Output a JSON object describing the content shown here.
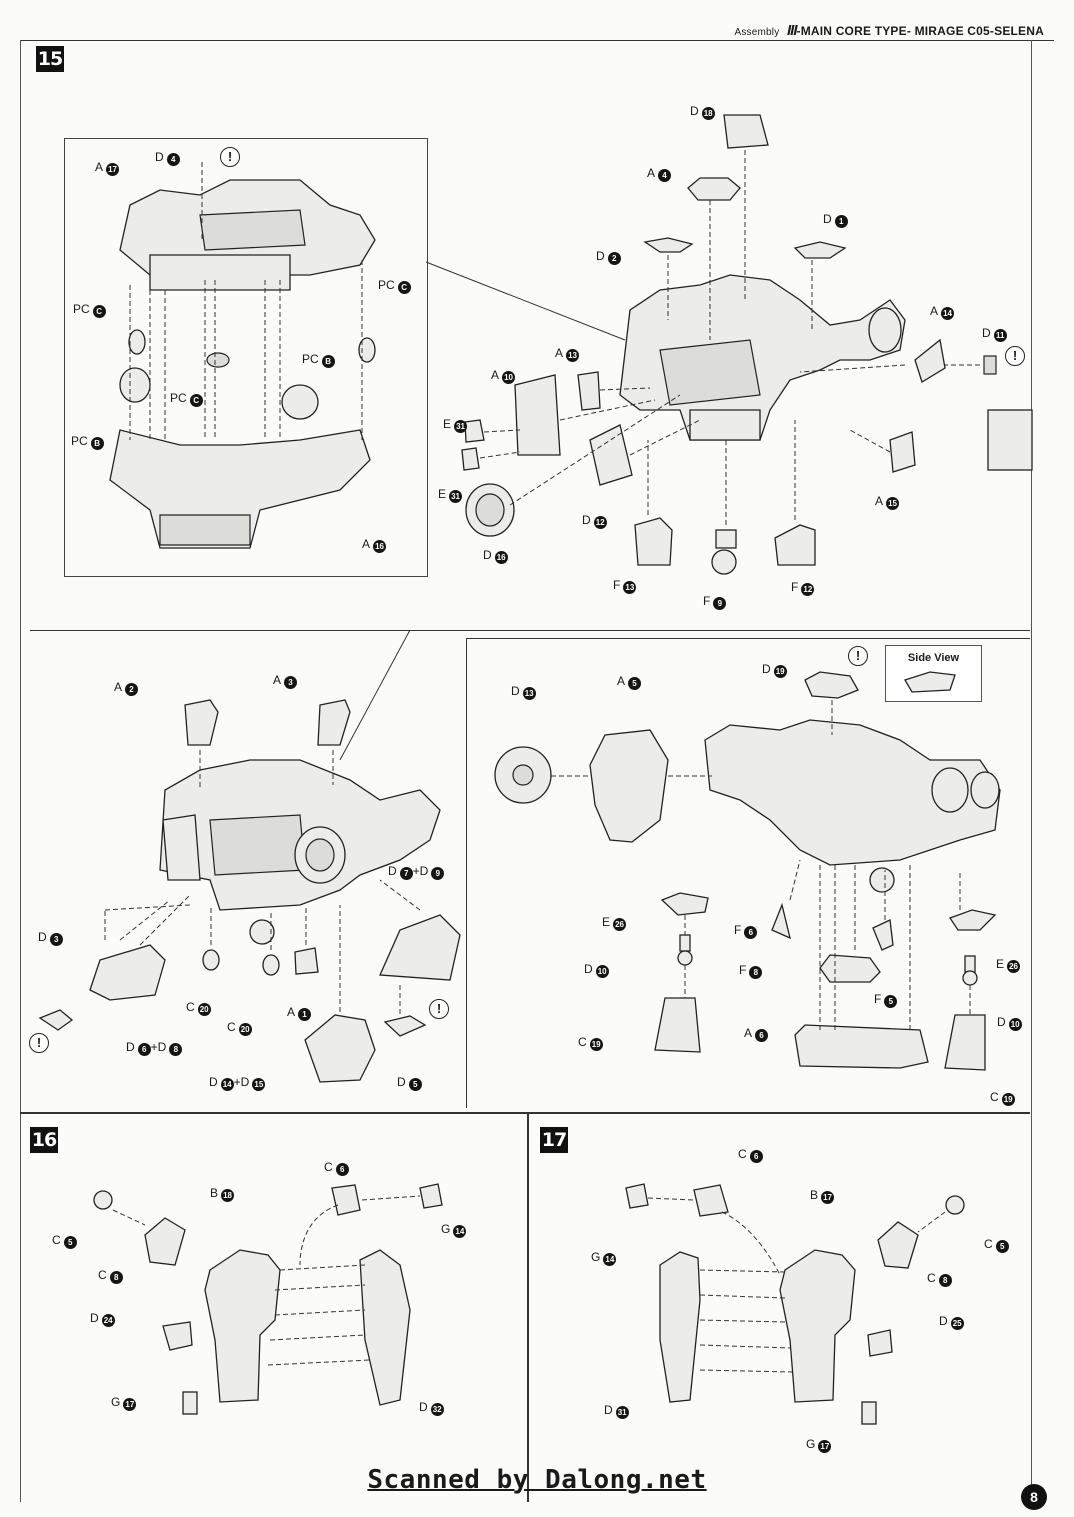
{
  "header": {
    "section": "Assembly",
    "roman": "III",
    "title": "-MAIN CORE TYPE- MIRAGE C05-SELENA"
  },
  "steps": {
    "s15": "15",
    "s16": "16",
    "s17": "17"
  },
  "side_view": "Side View",
  "warning_glyph": "!",
  "footer": {
    "credit": "Scanned by Dalong.net",
    "page": "8"
  },
  "labels": {
    "s15_inset": [
      {
        "text": "A",
        "n": "17"
      },
      {
        "text": "D",
        "n": "4"
      },
      {
        "text": "PC",
        "n": "C"
      },
      {
        "text": "PC",
        "n": "C"
      },
      {
        "text": "PC",
        "n": "B"
      },
      {
        "text": "PC",
        "n": "C"
      },
      {
        "text": "PC",
        "n": "B"
      },
      {
        "text": "A",
        "n": "16"
      }
    ],
    "s15_main": [
      {
        "text": "D",
        "n": "18"
      },
      {
        "text": "A",
        "n": "4"
      },
      {
        "text": "D",
        "n": "1"
      },
      {
        "text": "D",
        "n": "2"
      },
      {
        "text": "A",
        "n": "14"
      },
      {
        "text": "D",
        "n": "11"
      },
      {
        "text": "A",
        "n": "13"
      },
      {
        "text": "A",
        "n": "10"
      },
      {
        "text": "E",
        "n": "31"
      },
      {
        "text": "E",
        "n": "31"
      },
      {
        "text": "D",
        "n": "16"
      },
      {
        "text": "D",
        "n": "12"
      },
      {
        "text": "A",
        "n": "15"
      },
      {
        "text": "F",
        "n": "13"
      },
      {
        "text": "F",
        "n": "9"
      },
      {
        "text": "F",
        "n": "12"
      }
    ],
    "s15_lower_left": [
      {
        "text": "A",
        "n": "2"
      },
      {
        "text": "A",
        "n": "3"
      },
      {
        "text": "D",
        "n": "7",
        "extra": "+D",
        "n2": "9"
      },
      {
        "text": "D",
        "n": "3"
      },
      {
        "text": "C",
        "n": "20"
      },
      {
        "text": "C",
        "n": "20"
      },
      {
        "text": "A",
        "n": "1"
      },
      {
        "text": "D",
        "n": "6",
        "extra": "+D",
        "n2": "8"
      },
      {
        "text": "D",
        "n": "14",
        "extra": "+D",
        "n2": "15"
      },
      {
        "text": "D",
        "n": "5"
      }
    ],
    "s15_lower_right": [
      {
        "text": "D",
        "n": "19"
      },
      {
        "text": "D",
        "n": "13"
      },
      {
        "text": "A",
        "n": "5"
      },
      {
        "text": "E",
        "n": "26"
      },
      {
        "text": "F",
        "n": "6"
      },
      {
        "text": "D",
        "n": "10"
      },
      {
        "text": "F",
        "n": "8"
      },
      {
        "text": "F",
        "n": "5"
      },
      {
        "text": "E",
        "n": "26"
      },
      {
        "text": "D",
        "n": "10"
      },
      {
        "text": "A",
        "n": "6"
      },
      {
        "text": "C",
        "n": "19"
      },
      {
        "text": "C",
        "n": "19"
      }
    ],
    "s16": [
      {
        "text": "C",
        "n": "6"
      },
      {
        "text": "B",
        "n": "18"
      },
      {
        "text": "G",
        "n": "14"
      },
      {
        "text": "C",
        "n": "5"
      },
      {
        "text": "C",
        "n": "8"
      },
      {
        "text": "D",
        "n": "24"
      },
      {
        "text": "G",
        "n": "17"
      },
      {
        "text": "D",
        "n": "32"
      }
    ],
    "s17": [
      {
        "text": "C",
        "n": "6"
      },
      {
        "text": "B",
        "n": "17"
      },
      {
        "text": "G",
        "n": "14"
      },
      {
        "text": "C",
        "n": "5"
      },
      {
        "text": "C",
        "n": "8"
      },
      {
        "text": "D",
        "n": "25"
      },
      {
        "text": "D",
        "n": "31"
      },
      {
        "text": "G",
        "n": "17"
      }
    ]
  }
}
